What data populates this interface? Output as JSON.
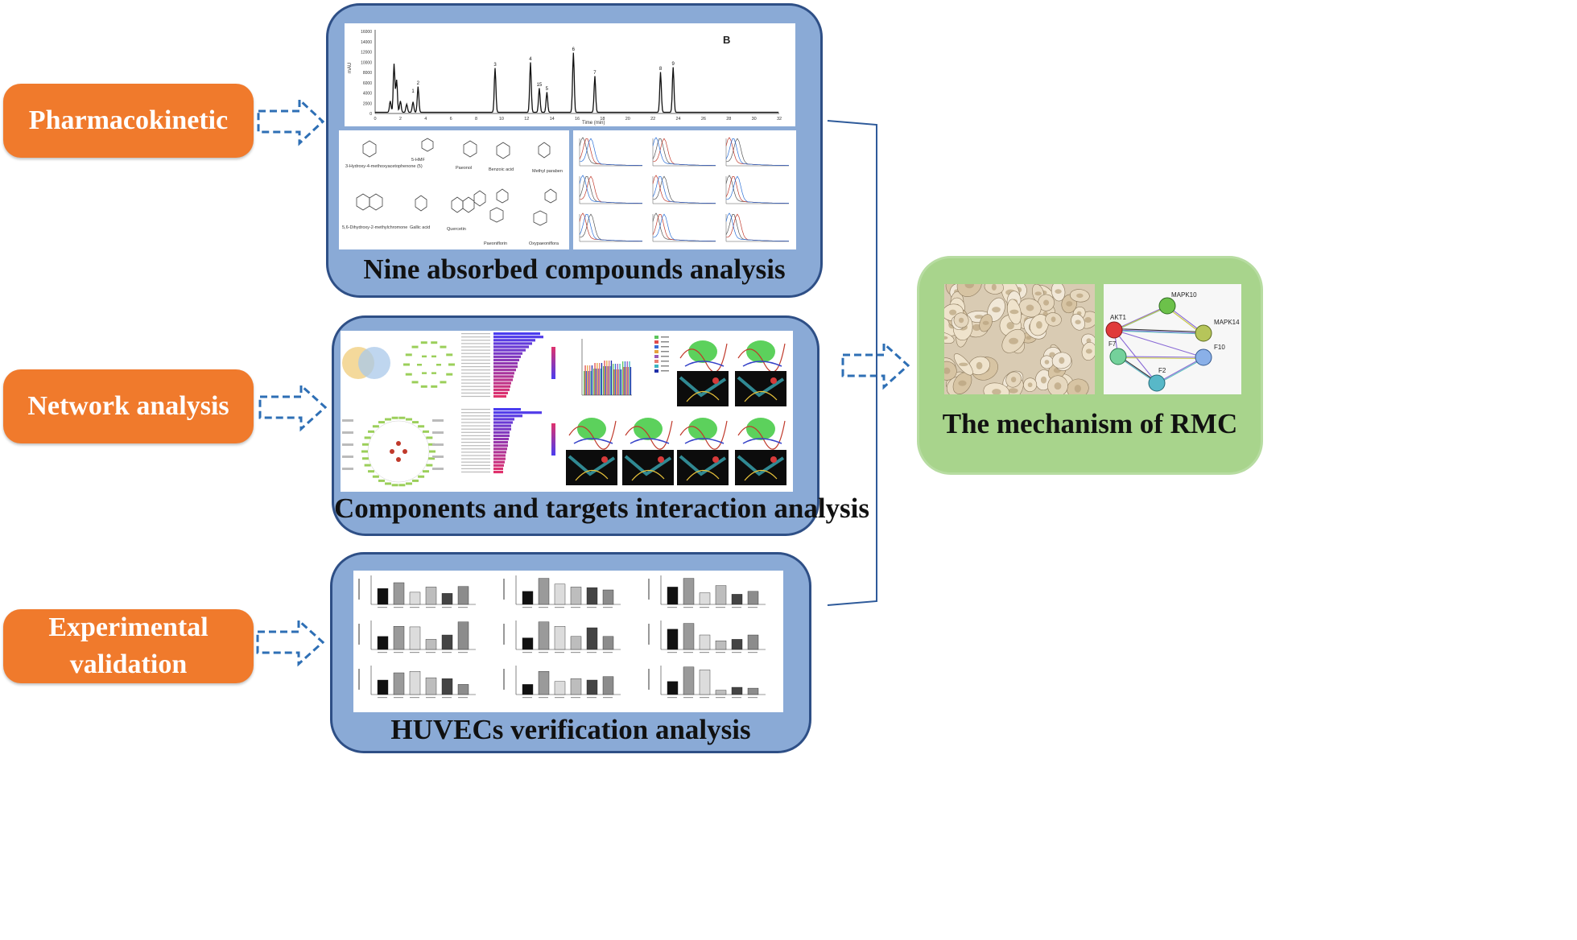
{
  "stages": {
    "pharmacokinetic": "Pharmacokinetic",
    "network": "Network analysis",
    "experimental_line1": "Experimental",
    "experimental_line2": "validation"
  },
  "panels": {
    "pk_title": "Nine absorbed compounds analysis",
    "network_title": "Components and targets interaction analysis",
    "huvec_title": "HUVECs verification analysis"
  },
  "mechanism": {
    "title": "The mechanism of RMC",
    "nodes": [
      "MAPK10",
      "AKT1",
      "MAPK14",
      "F7",
      "F10",
      "F2"
    ]
  },
  "chromatogram": {
    "panel_letter": "B",
    "xlabel": "Time (min)",
    "ylabel": "mAU",
    "yticks": [
      "16000",
      "14000",
      "12000",
      "10000",
      "8000",
      "6000",
      "4000",
      "2000",
      "0"
    ],
    "xticks": [
      "0",
      "2",
      "4",
      "6",
      "8",
      "10",
      "12",
      "14",
      "16",
      "18",
      "20",
      "22",
      "24",
      "26",
      "28",
      "30",
      "32"
    ],
    "peak_labels": [
      "1",
      "2",
      "3",
      "4",
      "15",
      "5",
      "6",
      "7",
      "8",
      "9"
    ]
  },
  "compounds": [
    "3-Hydroxy-4-methoxyacetophenone (5)",
    "5-HMF",
    "Paeonol",
    "Benzoic acid",
    "Methyl paraben",
    "5,6-Dihydroxy-2-methylchromone",
    "Gallic acid",
    "Quercetin",
    "Paeoniflorin",
    "Oxypaeoniflora"
  ],
  "colors": {
    "orange": "#f07a2c",
    "panel_blue": "#8aaad6",
    "panel_border": "#2e4f86",
    "mechanism_green": "#a8d48c",
    "arrow_blue": "#2e6fb5"
  }
}
